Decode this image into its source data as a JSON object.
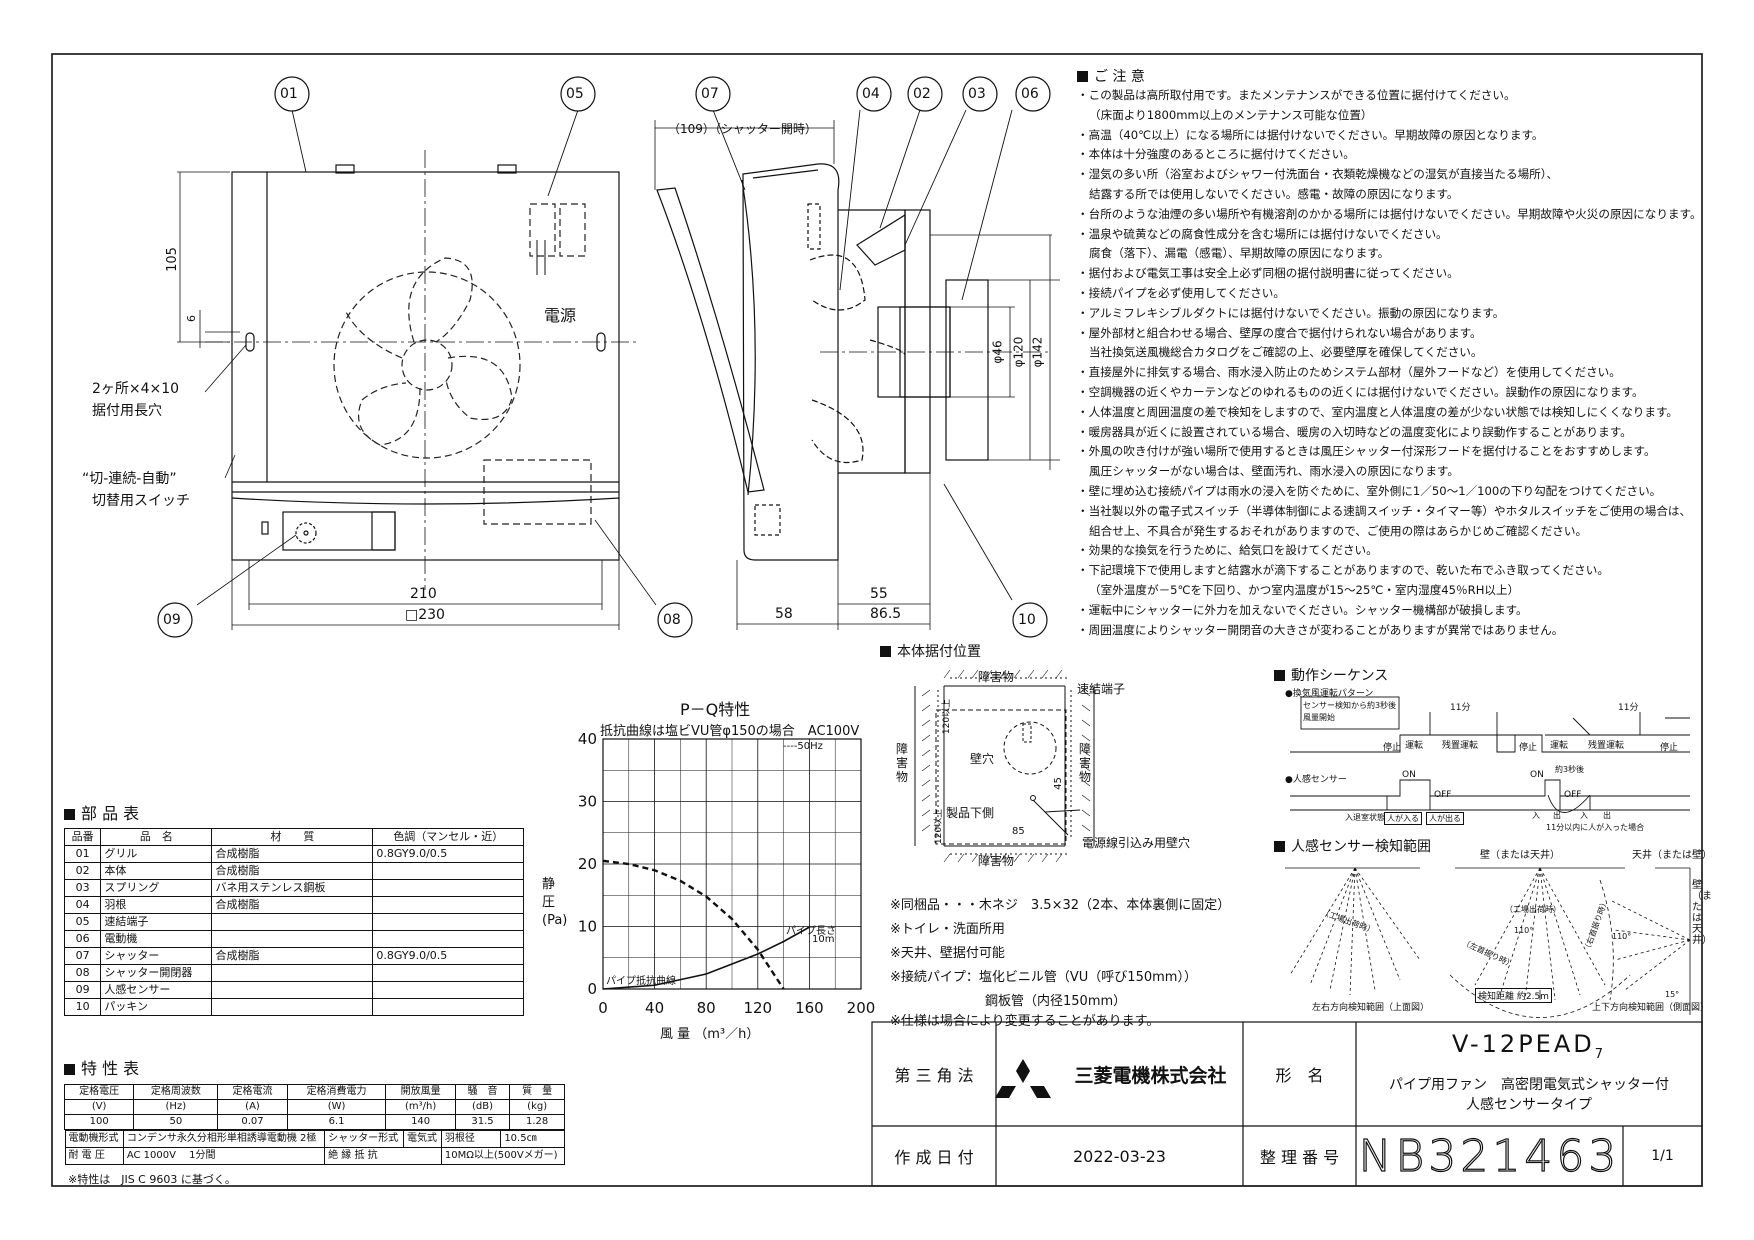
{
  "drawing": {
    "callouts": [
      "01",
      "05",
      "07",
      "04",
      "02",
      "03",
      "06",
      "09",
      "08",
      "10"
    ],
    "front": {
      "dims": [
        "105",
        "6",
        "210",
        "□230"
      ],
      "power_label": "電源",
      "slot_label": "2ヶ所×4×10",
      "slot_sub": "据付用長穴",
      "switch_label": "“切-連続-自動”",
      "switch_sub": "切替用スイッチ"
    },
    "side": {
      "shutter_dim": "（109）（シャッター開時）",
      "dims": [
        "58",
        "86.5",
        "55",
        "φ46",
        "φ120",
        "φ142"
      ]
    }
  },
  "notes": {
    "title": "ご 注 意",
    "lines": [
      "・この製品は高所取付用です。またメンテナンスができる位置に据付けてください。",
      "（床面より1800mm以上のメンテナンス可能な位置）",
      "・高温（40℃以上）になる場所には据付けないでください。早期故障の原因となります。",
      "・本体は十分強度のあるところに据付けてください。",
      "・湿気の多い所（浴室およびシャワー付洗面台・衣類乾燥機などの湿気が直接当たる場所）、",
      "結露する所では使用しないでください。感電・故障の原因になります。",
      "・台所のような油煙の多い場所や有機溶剤のかかる場所には据付けないでください。早期故障や火災の原因になります。",
      "・温泉や硫黄などの腐食性成分を含む場所には据付けないでください。",
      "腐食（落下）、漏電（感電）、早期故障の原因になります。",
      "・据付および電気工事は安全上必ず同梱の据付説明書に従ってください。",
      "・接続パイプを必ず使用してください。",
      "・アルミフレキシブルダクトには据付けないでください。振動の原因になります。",
      "・屋外部材と組合わせる場合、壁厚の度合で据付けられない場合があります。",
      "当社換気送風機総合カタログをご確認の上、必要壁厚を確保してください。",
      "・直接屋外に排気する場合、雨水浸入防止のためシステム部材（屋外フードなど）を使用してください。",
      "・空調機器の近くやカーテンなどのゆれるものの近くには据付けないでください。誤動作の原因になります。",
      "・人体温度と周囲温度の差で検知をしますので、室内温度と人体温度の差が少ない状態では検知しにくくなります。",
      "・暖房器具が近くに設置されている場合、暖房の入切時などの温度変化により誤動作することがあります。",
      "・外風の吹き付けが強い場所で使用するときは風圧シャッター付深形フードを据付けることをおすすめします。",
      "風圧シャッターがない場合は、壁面汚れ、雨水浸入の原因になります。",
      "・壁に埋め込む接続パイプは雨水の浸入を防ぐために、室外側に1／50～1／100の下り勾配をつけてください。",
      "・当社製以外の電子式スイッチ（半導体制御による速調スイッチ・タイマー等）やホタルスイッチをご使用の場合は、",
      "組合せ上、不具合が発生するおそれがありますので、ご使用の際はあらかじめご確認ください。",
      "・効果的な換気を行うために、給気口を設けてください。",
      "・下記環境下で使用しますと結露水が滴下することがありますので、乾いた布でふき取ってください。",
      "（室外温度が－5℃を下回り、かつ室内温度が15～25℃・室内湿度45％RH以上）",
      "・運転中にシャッターに外力を加えないでください。シャッター機構部が破損します。",
      "・周囲温度によりシャッター開閉音の大きさが変わることがありますが異常ではありません。"
    ]
  },
  "mounting": {
    "title": "本体据付位置",
    "obstacle": "障害物",
    "obstacle_v": "障害物",
    "terminal": "速結端子",
    "wall_hole": "壁穴",
    "lower_side": "製品下側",
    "cable_hole": "電源線引込み用壁穴",
    "dims": [
      "120以上",
      "120以上",
      "45",
      "85"
    ]
  },
  "accessories": [
    "※同梱品・・・木ネジ　3.5×32（2本、本体裏側に固定）",
    "※トイレ・洗面所用",
    "※天井、壁据付可能",
    "※接続パイプ：塩化ビニル管（VU（呼び150mm））",
    "鋼板管（内径150mm）",
    "※仕様は場合により変更することがあります。"
  ],
  "sequence": {
    "title": "動作シーケンス",
    "row1": "●換気風運転パターン",
    "row2": "●人感センサー",
    "box": "センサー検知から約3秒後風量開始",
    "labels": [
      "停止",
      "運転",
      "残置運転",
      "停止",
      "運転",
      "残置運転",
      "停止",
      "11分",
      "11分",
      "ON",
      "OFF",
      "ON",
      "OFF",
      "約3秒後",
      "入退室状態",
      "人が入る",
      "人が出る",
      "入",
      "出",
      "入",
      "出",
      "11分以内に人が入った場合"
    ]
  },
  "sensor_range": {
    "title": "人感センサー検知範囲",
    "wall_ceiling": "壁（または天井）",
    "ceiling_wall": "天井（または壁）",
    "wall_v": "壁（または天井）",
    "captions": [
      "左右方向検知範囲（上面図）",
      "上下方向検知範囲（側面図）",
      "検知距離 約2.5m"
    ],
    "inner": [
      "（工場出荷時）",
      "（工場出荷時）",
      "（左首振り時）",
      "（右首振り時）",
      "110°",
      "110°",
      "15°"
    ]
  },
  "pq_chart": {
    "title": "P－Q特性",
    "note": "抵抗曲線は塩ビVU管φ150の場合　AC100V",
    "legend": "----50Hz",
    "ylabel": "静 圧 (Pa)",
    "xlabel": "風 量 （m³／h）",
    "annotation_pipe": "パイプ長さ",
    "annotation_len": "10m",
    "annotation_curve": "パイプ抵抗曲線"
  },
  "chart_data": {
    "type": "line",
    "title": "P－Q特性",
    "xlabel": "風 量 （m³／h）",
    "ylabel": "静 圧 (Pa)",
    "xlim": [
      0,
      200
    ],
    "ylim": [
      0,
      40
    ],
    "xticks": [
      0,
      40,
      80,
      120,
      160,
      200
    ],
    "yticks": [
      0,
      10,
      20,
      30,
      40
    ],
    "grid": true,
    "series": [
      {
        "name": "50Hz",
        "x": [
          0,
          20,
          40,
          60,
          80,
          100,
          120,
          140
        ],
        "y": [
          20.5,
          20,
          19,
          17.3,
          14.8,
          11.2,
          6.3,
          0
        ]
      },
      {
        "name": "パイプ抵抗曲線",
        "x": [
          0,
          40,
          80,
          120,
          140,
          160
        ],
        "y": [
          0,
          0.6,
          2.4,
          5.6,
          7.6,
          9.9
        ]
      }
    ]
  },
  "parts": {
    "title": "部 品 表",
    "headers": [
      "品番",
      "品　名",
      "材　　質",
      "色調（マンセル・近）"
    ],
    "rows": [
      [
        "01",
        "グリル",
        "合成樹脂",
        "0.8GY9.0/0.5"
      ],
      [
        "02",
        "本体",
        "合成樹脂",
        ""
      ],
      [
        "03",
        "スプリング",
        "バネ用ステンレス鋼板",
        ""
      ],
      [
        "04",
        "羽根",
        "合成樹脂",
        ""
      ],
      [
        "05",
        "速結端子",
        "",
        ""
      ],
      [
        "06",
        "電動機",
        "",
        ""
      ],
      [
        "07",
        "シャッター",
        "合成樹脂",
        "0.8GY9.0/0.5"
      ],
      [
        "08",
        "シャッター開閉器",
        "",
        ""
      ],
      [
        "09",
        "人感センサー",
        "",
        ""
      ],
      [
        "10",
        "パッキン",
        "",
        ""
      ]
    ]
  },
  "specs": {
    "title": "特 性 表",
    "headers": [
      [
        "定格電圧",
        "(V)"
      ],
      [
        "定格周波数",
        "(Hz)"
      ],
      [
        "定格電流",
        "(A)"
      ],
      [
        "定格消費電力",
        "(W)"
      ],
      [
        "開放風量",
        "(m³/h)"
      ],
      [
        "騒　音",
        "(dB)"
      ],
      [
        "質　量",
        "(kg)"
      ]
    ],
    "values": [
      "100",
      "50",
      "0.07",
      "6.1",
      "140",
      "31.5",
      "1.28"
    ],
    "row_motor": [
      "電動機形式",
      "コンデンサ永久分相形単相誘導電動機 2極",
      "シャッター形式",
      "電気式",
      "羽根径",
      "10.5㎝"
    ],
    "row_withstand": [
      "耐 電 圧",
      "AC 1000V　 1分間",
      "絶 縁 抵 抗",
      "10MΩ以上(500Vメガー)"
    ],
    "footnote": "※特性は　JIS C 9603 に基づく。"
  },
  "title_block": {
    "projection": "第 三 角 法",
    "company": "三菱電機株式会社",
    "model_label": "形　名",
    "model": "V-12PEAD",
    "model_sub": "7",
    "desc1": "パイプ用ファン　高密閉電気式シャッター付",
    "desc2": "人感センサータイプ",
    "date_label": "作 成 日 付",
    "date": "2022-03-23",
    "number_label": "整 理 番 号",
    "number": "NB321463",
    "page": "1/1"
  },
  "colors": {
    "line": "#111111",
    "paper": "#ffffff",
    "dashed": "#333333"
  }
}
